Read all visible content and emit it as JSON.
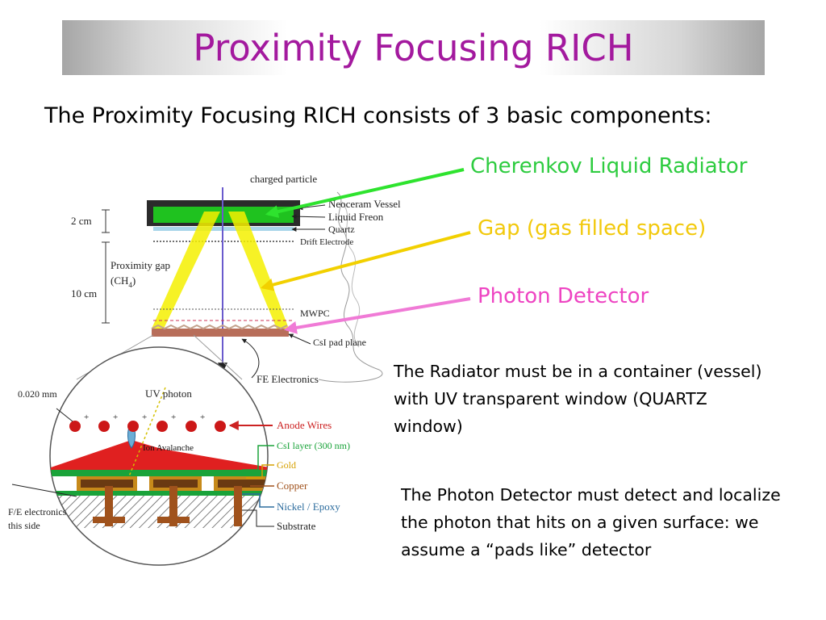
{
  "slide": {
    "title": "Proximity Focusing RICH",
    "subtitle": "The Proximity Focusing RICH consists of 3 basic components:"
  },
  "components": [
    {
      "label": "Cherenkov Liquid Radiator",
      "color": "#2ecc40"
    },
    {
      "label": "Gap (gas filled space)",
      "color": "#f2c90c"
    },
    {
      "label": "Photon Detector",
      "color": "#ee44c2"
    }
  ],
  "notes": {
    "radiator": "The Radiator must be in a container (vessel) with UV transparent window (QUARTZ window)",
    "detector": "The Photon Detector must detect and localize the photon that hits on a given surface: we assume a “pads like” detector"
  },
  "diagram": {
    "charged_particle": "charged particle",
    "neoceram_vessel": "Neoceram Vessel",
    "liquid_freon": "Liquid Freon",
    "quartz": "Quartz",
    "drift_electrode": "Drift Electrode",
    "dim_2cm": "2 cm",
    "proximity_gap": "Proximity gap",
    "ch4": "(CH",
    "ch4_sub": "4",
    "ch4_close": ")",
    "dim_10cm": "10 cm",
    "mwpc": "MWPC",
    "csi_pad_plane": "CsI pad plane",
    "fe_electronics": "FE Electronics",
    "uv_photon": "UV photon",
    "dim_0020mm": "0.020 mm",
    "ion_avalanche": "Ion Avalanche",
    "anode_wires": "Anode Wires",
    "csi_layer": "CsI layer (300 nm)",
    "gold": "Gold",
    "copper": "Copper",
    "nickel_epoxy": "Nickel / Epoxy",
    "substrate": "Substrate",
    "fe_electronics_side_1": "F/E electronics",
    "fe_electronics_side_2": "this side",
    "plus": "+"
  }
}
